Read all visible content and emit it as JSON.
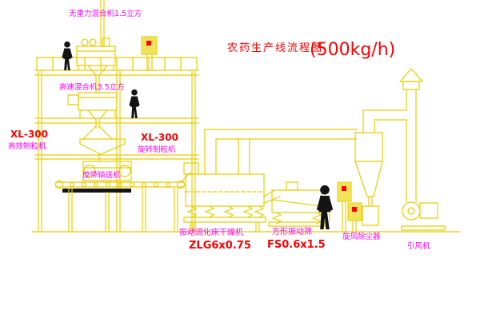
{
  "title": {
    "main": "农药生产线流程图",
    "capacity": "(500kg/h)"
  },
  "labels": {
    "top_mixer": "无重力混合机1.5立方",
    "mid_mixer": "高速混合机3.5立方",
    "granulator_left_model": "XL-300",
    "granulator_left_name": "高效制粒机",
    "granulator_center_model": "XL-300",
    "granulator_center_name": "旋转制粒机",
    "belt_conveyor": "皮带输送机",
    "dryer_name": "振动流化床干燥机",
    "dryer_model": "ZLG6x0.75",
    "screen_name": "方形振动筛",
    "screen_model": "FS0.6x1.5",
    "cyclone_name": "旋风除尘器",
    "fan_name": "引风机"
  },
  "colors": {
    "line_yellow": "#e8ce00",
    "label_magenta": "#ff00ff",
    "label_red": "#ff0000",
    "figure_black": "#141414",
    "panel_fill": "#f2e45a",
    "background": "#ffffff"
  }
}
